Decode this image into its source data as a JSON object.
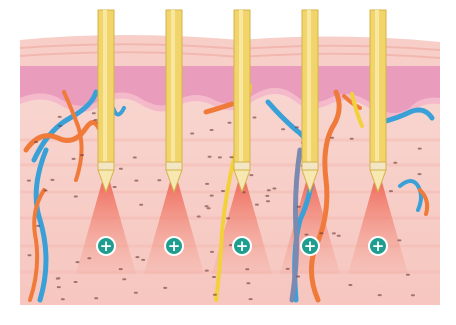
{
  "illustration": {
    "needles": [
      {
        "id": 1,
        "marker_symbol": "+"
      },
      {
        "id": 2,
        "marker_symbol": "+"
      },
      {
        "id": 3,
        "marker_symbol": "+"
      },
      {
        "id": 4,
        "marker_symbol": "+"
      },
      {
        "id": 5,
        "marker_symbol": "+"
      }
    ],
    "colors": {
      "background": "#ffffff",
      "skin_surface": "#f6c9c4",
      "epidermis": "#ec9fbe",
      "epidermis_dark": "#d978a3",
      "dermis": "#f8d5d0",
      "dermis_stripe": "#f5c2bb",
      "needle_body": "#f1d46a",
      "needle_highlight": "#f8e9a6",
      "needle_tip": "#f7e7b0",
      "heat_cone": "#ef6a5a",
      "marker_fill": "#1f9e8f",
      "marker_text": "#ffffff",
      "vessel_blue": "#3aa0d8",
      "vessel_orange": "#ef7a3a",
      "nerve_yellow": "#f3d13a",
      "vessel_gray": "#7c8ab1"
    }
  }
}
